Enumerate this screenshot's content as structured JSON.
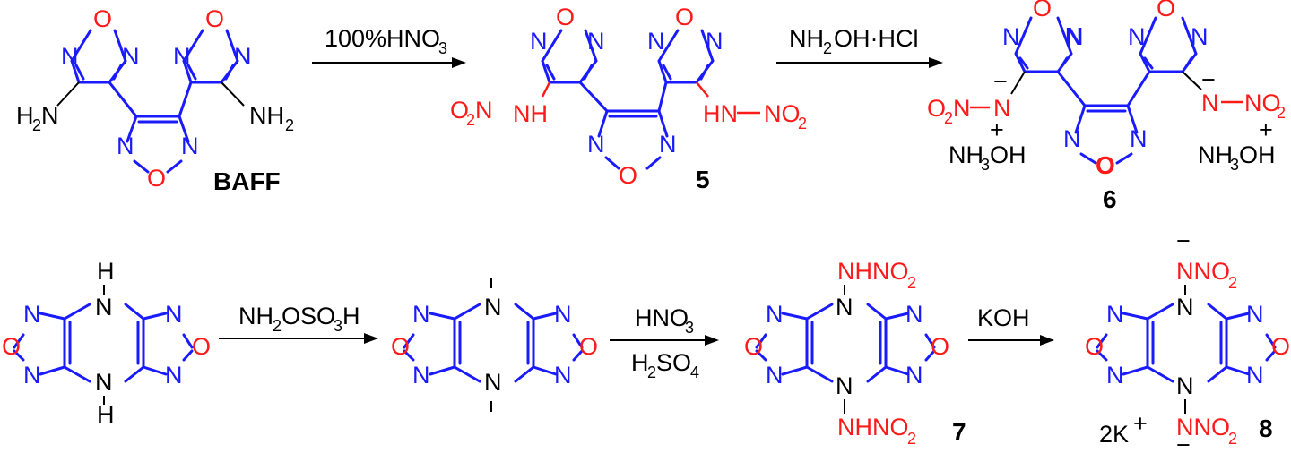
{
  "scheme": {
    "compounds": {
      "baff": "BAFF",
      "c5": "5",
      "c6": "6",
      "c7": "7",
      "c8": "8"
    },
    "reagents": {
      "step1": "100%HNO",
      "step1_sub": "3",
      "step2": "NH",
      "step2_sub": "2",
      "step2_rest": "OH·HCl",
      "step3a": "NH",
      "step3b_sub": "2",
      "step3c": "OSO",
      "step3d_sub": "3",
      "step3e": "H",
      "step4_line1": "HNO",
      "step4_line1_sub": "3",
      "step4_line2a": "H",
      "step4_line2_sub": "2",
      "step4_line2b": "SO",
      "step4_line2_sub2": "4",
      "step5": "KOH"
    },
    "atoms": {
      "O": "O",
      "N": "N",
      "H": "H",
      "NH": "NH",
      "HN": "HN",
      "NO": "NO",
      "sub2": "2",
      "sub3": "3",
      "H2N_H": "H",
      "NH2_NH": "NH",
      "O2N_O": "O",
      "O2N_N": "N",
      "NH3OH_a": "NH",
      "NH3OH_b": "OH",
      "NHNO2": "NHNO",
      "NNO2": "NNO",
      "K2": "2K",
      "plus": "+",
      "minus": "−"
    },
    "colors": {
      "ring": "#1a1aff",
      "nitro": "#ff1a1a",
      "text": "#000000"
    }
  }
}
